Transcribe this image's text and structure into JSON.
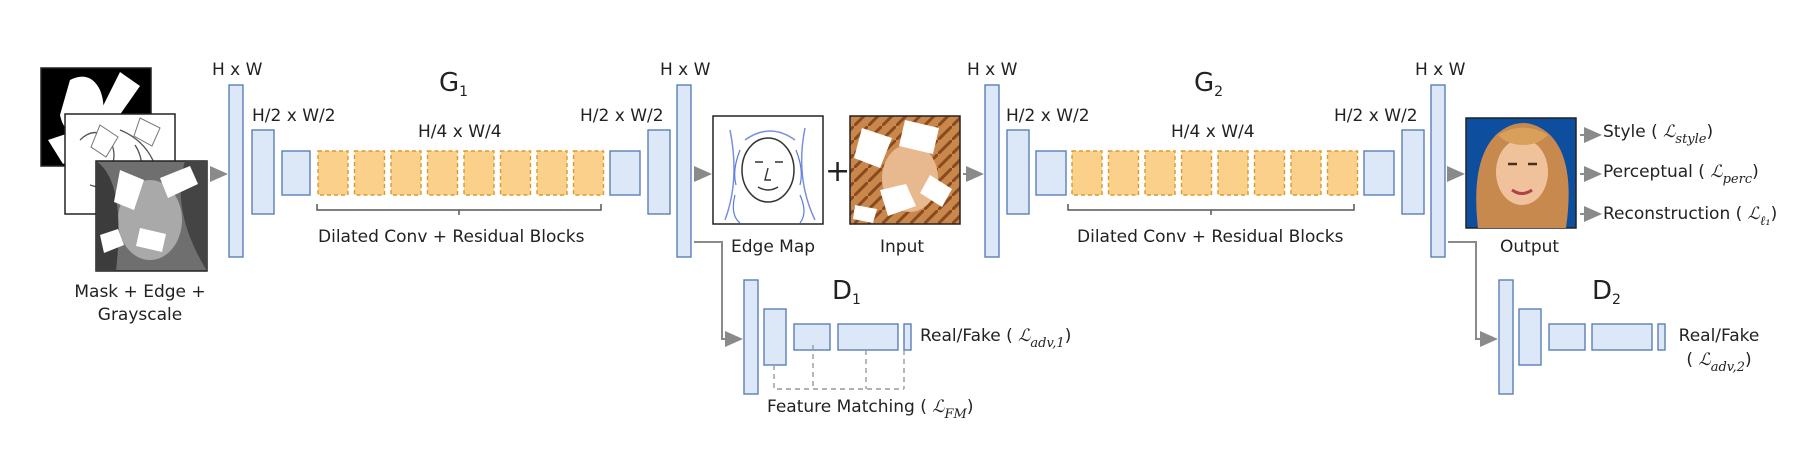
{
  "inputs": {
    "label_line1": "Mask + Edge +",
    "label_line2": "Grayscale"
  },
  "g1": {
    "title": "G",
    "title_sub": "1",
    "dim_full_left": "H x W",
    "dim_half_left": "H/2 x W/2",
    "dim_quarter": "H/4 x W/4",
    "dim_half_right": "H/2 x W/2",
    "dim_full_right": "H x W",
    "blocks_label": "Dilated Conv + Residual Blocks"
  },
  "middle": {
    "edge_map_label": "Edge Map",
    "plus": "+",
    "input_label": "Input"
  },
  "d1": {
    "title": "D",
    "title_sub": "1",
    "real_fake": "Real/Fake (",
    "loss_symbol": "ℒ",
    "loss_sub": "adv,1",
    "close": ")",
    "fm_label": "Feature Matching (",
    "fm_symbol": "ℒ",
    "fm_sub": "FM",
    "fm_close": ")"
  },
  "g2": {
    "title": "G",
    "title_sub": "2",
    "dim_full_left": "H x W",
    "dim_half_left": "H/2 x W/2",
    "dim_quarter": "H/4 x W/4",
    "dim_half_right": "H/2 x W/2",
    "dim_full_right": "H x W",
    "blocks_label": "Dilated Conv + Residual Blocks"
  },
  "output": {
    "label": "Output"
  },
  "losses": {
    "style": "Style (",
    "style_sym": "ℒ",
    "style_sub": "style",
    "style_close": ")",
    "perc": "Perceptual (",
    "perc_sym": "ℒ",
    "perc_sub": "perc",
    "perc_close": ")",
    "rec": "Reconstruction (",
    "rec_sym": "ℒ",
    "rec_sub": "ℓ₁",
    "rec_close": ")"
  },
  "d2": {
    "title": "D",
    "title_sub": "2",
    "real_fake": "Real/Fake",
    "loss_open": "(",
    "loss_symbol": "ℒ",
    "loss_sub": "adv,2",
    "close": ")"
  },
  "colors": {
    "feature_map_fill": "#dce8f8",
    "feature_map_stroke": "#5b7fb5",
    "res_block_fill": "#fbd08a",
    "res_block_stroke": "#d99a2c",
    "arrow": "#8a8a8a",
    "brace": "#555555"
  }
}
